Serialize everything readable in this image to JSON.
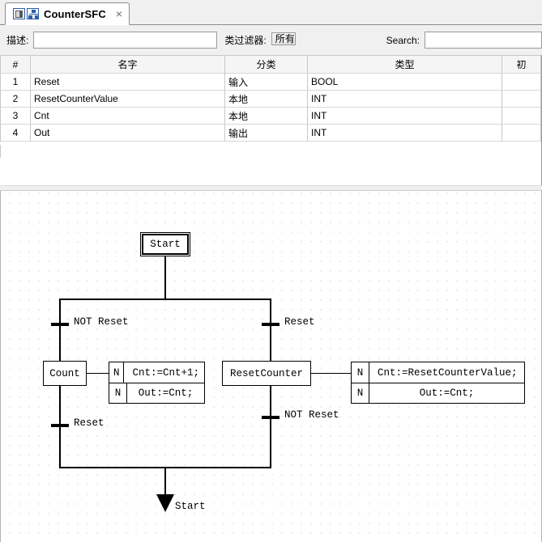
{
  "tab": {
    "title": "CounterSFC",
    "close_label": "×",
    "icon1": "sfc-step-icon",
    "icon2": "sfc-network-icon"
  },
  "toolbar": {
    "description_label": "描述:",
    "description_value": "",
    "description_placeholder": "",
    "class_filter_label": "类过滤器:",
    "class_filter_value": "所有",
    "class_filter_options": [
      "所有"
    ],
    "search_label": "Search:",
    "search_value": "",
    "search_placeholder": ""
  },
  "table": {
    "columns": [
      "#",
      "名字",
      "分类",
      "类型",
      "初"
    ],
    "rows": [
      {
        "num": "1",
        "name": "Reset",
        "cls": "输入",
        "type": "BOOL",
        "extra": ""
      },
      {
        "num": "2",
        "name": "ResetCounterValue",
        "cls": "本地",
        "type": "INT",
        "extra": ""
      },
      {
        "num": "3",
        "name": "Cnt",
        "cls": "本地",
        "type": "INT",
        "extra": ""
      },
      {
        "num": "4",
        "name": "Out",
        "cls": "输出",
        "type": "INT",
        "extra": ""
      }
    ]
  },
  "diagram": {
    "initial_step": "Start",
    "transitions": {
      "t_left_top": "NOT Reset",
      "t_right_top": "Reset",
      "t_left_bottom": "Reset",
      "t_right_bottom": "NOT Reset"
    },
    "steps": {
      "left": "Count",
      "right": "ResetCounter"
    },
    "actions": {
      "left": [
        {
          "qualifier": "N",
          "body": "Cnt:=Cnt+1;"
        },
        {
          "qualifier": "N",
          "body": "Out:=Cnt;"
        }
      ],
      "right": [
        {
          "qualifier": "N",
          "body": "Cnt:=ResetCounterValue;"
        },
        {
          "qualifier": "N",
          "body": "Out:=Cnt;"
        }
      ]
    },
    "jump_target": "Start"
  }
}
